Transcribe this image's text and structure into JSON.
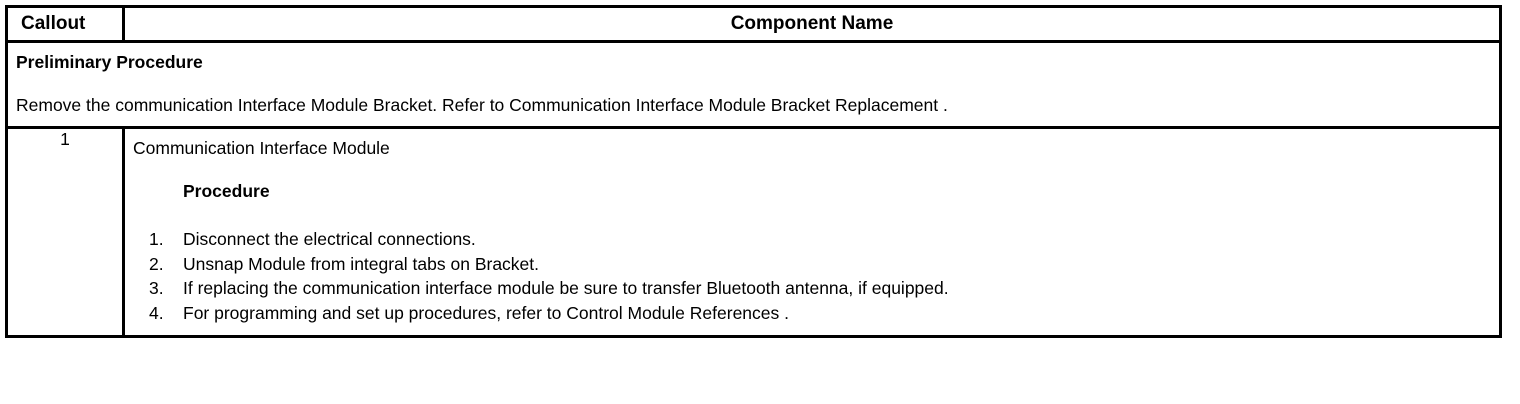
{
  "table": {
    "header": {
      "callout": "Callout",
      "component_name": "Component Name"
    },
    "preliminary": {
      "title": "Preliminary Procedure",
      "body": "Remove the communication Interface Module Bracket. Refer to Communication Interface Module Bracket Replacement ."
    },
    "rows": [
      {
        "callout": "1",
        "component_name": "Communication Interface Module",
        "procedure_heading": "Procedure",
        "steps": [
          {
            "number": "1.",
            "text": "Disconnect the electrical connections."
          },
          {
            "number": "2.",
            "text": "Unsnap Module from integral tabs on Bracket."
          },
          {
            "number": "3.",
            "text": "If replacing the communication interface module be sure to transfer Bluetooth antenna, if equipped."
          },
          {
            "number": "4.",
            "text": "For programming and set up procedures, refer to Control Module References ."
          }
        ]
      }
    ]
  },
  "colors": {
    "border": "#000000",
    "text": "#000000",
    "background": "#ffffff"
  }
}
